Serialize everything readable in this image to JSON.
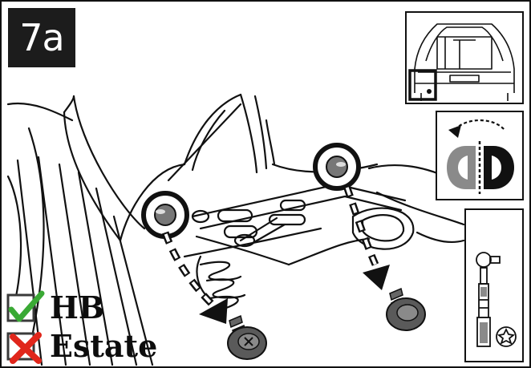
{
  "step": {
    "label": "7a"
  },
  "legend": {
    "compatible": {
      "icon": "check-icon",
      "label": "HB",
      "color": "#3aa935"
    },
    "incompatible": {
      "icon": "cross-icon",
      "label": "Estate",
      "color": "#e0261b"
    }
  },
  "insets": {
    "vehicle": {
      "icon": "car-rear-icon"
    },
    "action": {
      "icon": "rotate-counterclockwise-icon"
    },
    "tool": {
      "icon": "torx-socket-icon"
    }
  },
  "colors": {
    "line": "#111111",
    "screw": "#555555",
    "shade": "#8a8a8a"
  }
}
